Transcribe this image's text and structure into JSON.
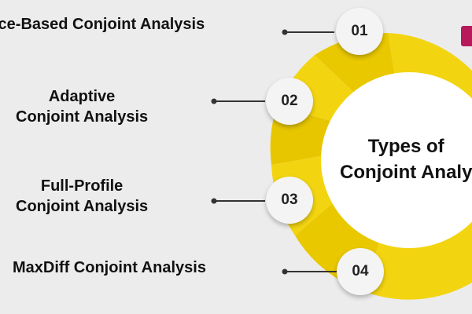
{
  "title": [
    "Types of",
    "Conjoint Analy"
  ],
  "items": [
    {
      "number": "01",
      "label": [
        "ice-Based Conjoint Analysis"
      ]
    },
    {
      "number": "02",
      "label": [
        "Adaptive",
        "Conjoint Analysis"
      ]
    },
    {
      "number": "03",
      "label": [
        "Full-Profile",
        "Conjoint Analysis"
      ]
    },
    {
      "number": "04",
      "label": [
        "MaxDiff Conjoint Analysis"
      ]
    }
  ],
  "colors": {
    "background": "#ececec",
    "accent_yellow": "#f2d411",
    "accent_yellow_dark": "#e7c600",
    "node_fill": "#f4f4f4",
    "brand_tab": "#b7195a",
    "connector": "#333333"
  }
}
